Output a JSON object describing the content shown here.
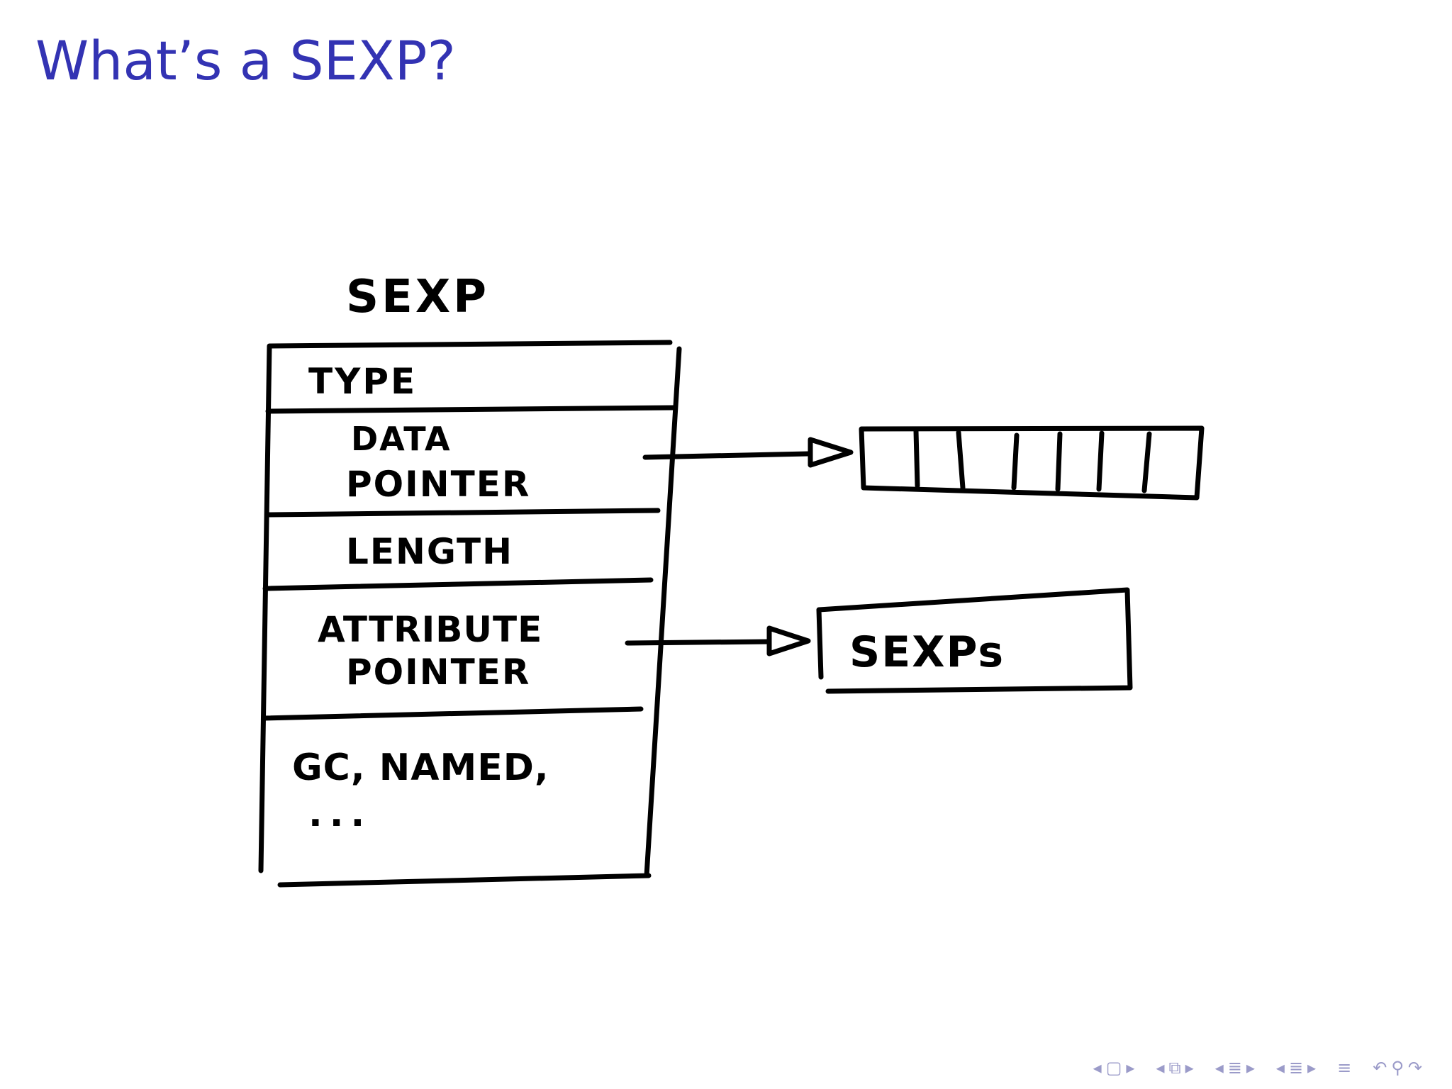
{
  "slide": {
    "title": "What’s a SEXP?"
  },
  "diagram": {
    "struct_label": "SEXP",
    "fields": [
      {
        "line1": "TYPE",
        "line2": ""
      },
      {
        "line1": "DATA",
        "line2": "POINTER"
      },
      {
        "line1": "LENGTH",
        "line2": ""
      },
      {
        "line1": "ATTRIBUTE",
        "line2": "POINTER"
      },
      {
        "line1": "GC, NAMED,",
        "line2": "..."
      }
    ],
    "attribute_target_label": "SEXPs",
    "data_array_cells": 7
  },
  "navigation": {
    "icons": [
      "nav-prev-arrow-icon",
      "nav-frame-icon",
      "nav-next-arrow-icon",
      "nav-prev-arrow-icon",
      "nav-subsection-icon",
      "nav-next-arrow-icon",
      "nav-prev-arrow-icon",
      "nav-section-icon",
      "nav-next-arrow-icon",
      "nav-prev-arrow-icon",
      "nav-presentation-icon",
      "nav-next-arrow-icon",
      "nav-align-icon",
      "nav-search-back-icon",
      "nav-search-icon",
      "nav-search-forward-icon"
    ]
  }
}
